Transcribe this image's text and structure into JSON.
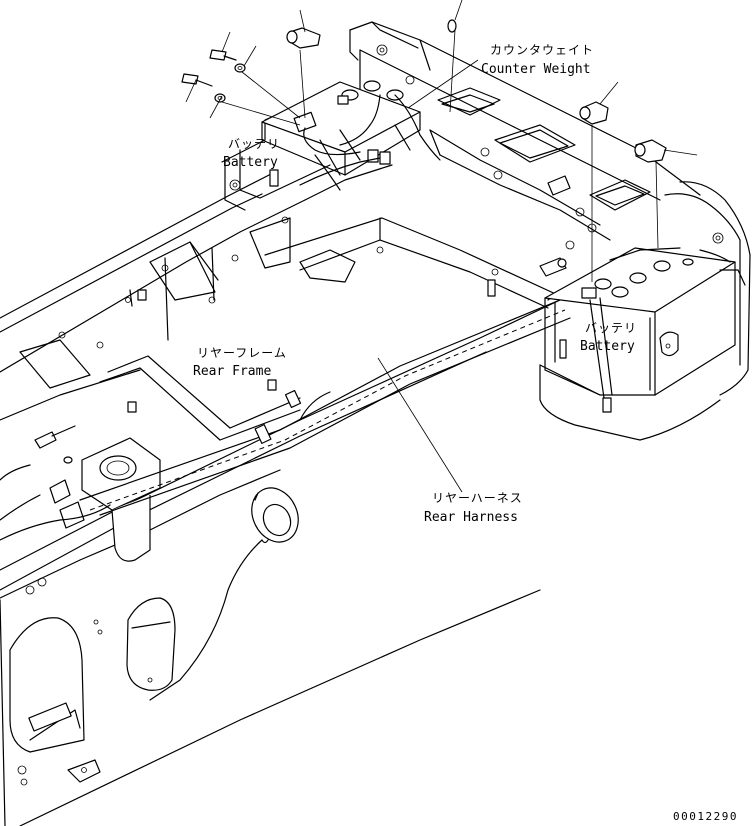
{
  "labels": {
    "counterweight_jp": "カウンタウェイト",
    "counterweight_en": "Counter Weight",
    "battery_left_jp": "バッテリ",
    "battery_left_en": "Battery",
    "battery_right_jp": "バッテリ",
    "battery_right_en": "Battery",
    "rear_frame_jp": "リヤーフレーム",
    "rear_frame_en": "Rear Frame",
    "rear_harness_jp": "リヤーハーネス",
    "rear_harness_en": "Rear Harness"
  },
  "drawing_code": "00012290"
}
